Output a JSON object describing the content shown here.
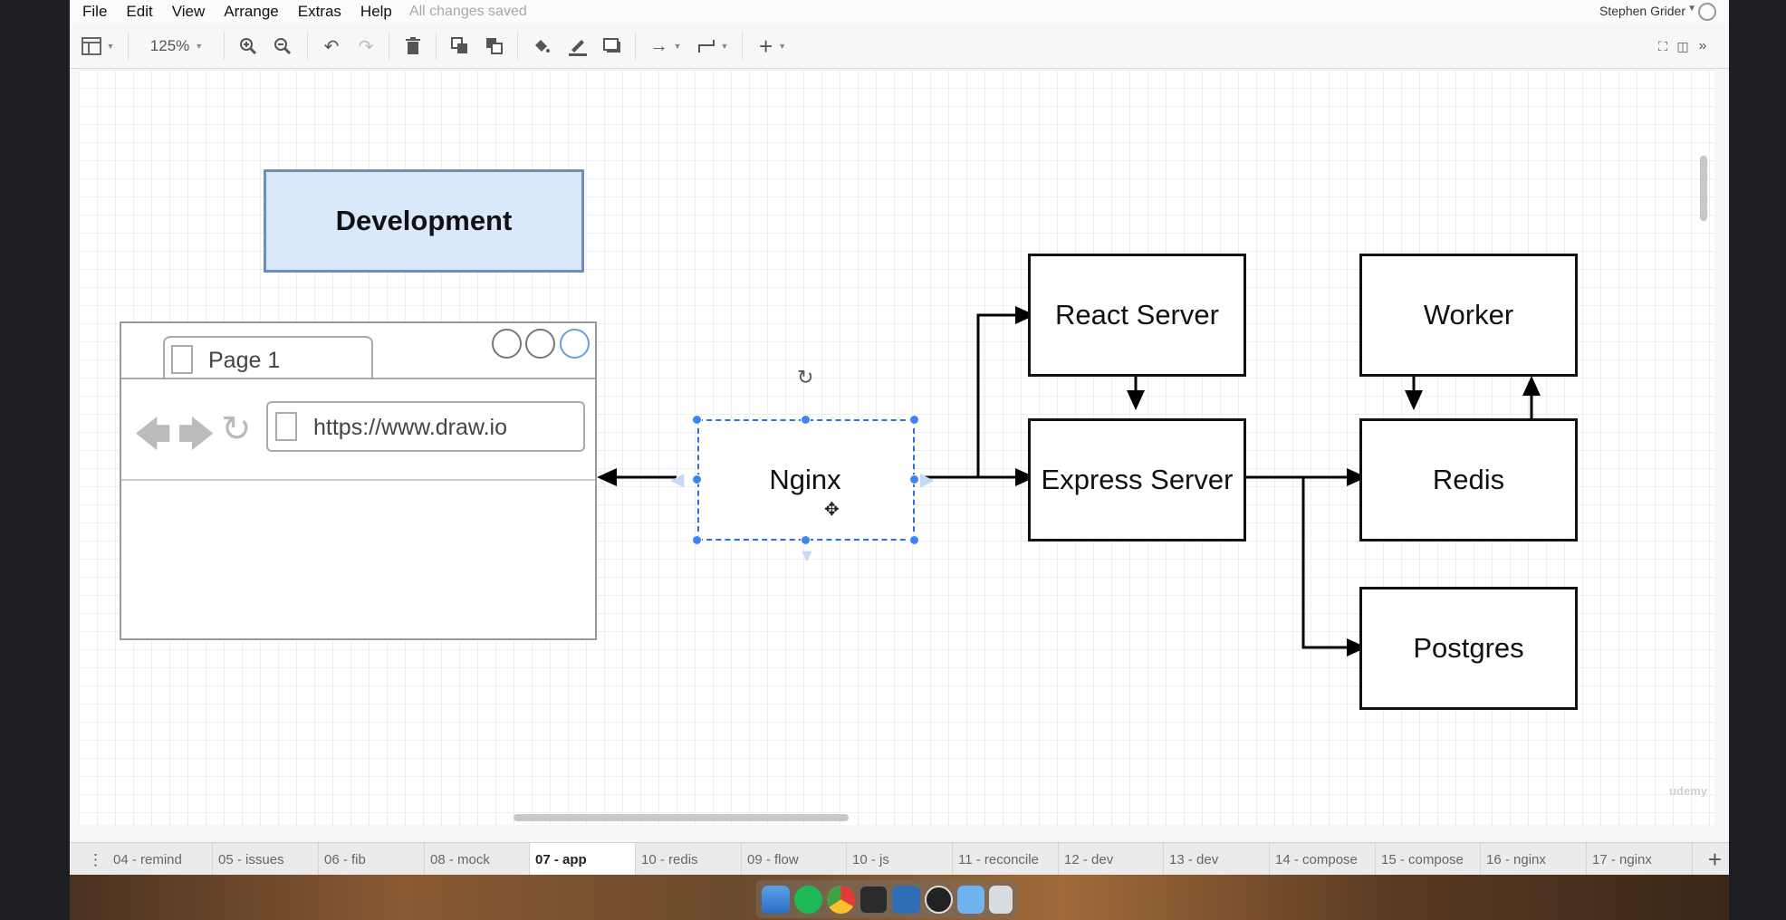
{
  "menubar": {
    "items": [
      "File",
      "Edit",
      "View",
      "Arrange",
      "Extras",
      "Help"
    ],
    "status": "All changes saved",
    "user": "Stephen Grider"
  },
  "toolbar": {
    "zoom": "125%"
  },
  "diagram": {
    "title_box": "Development",
    "browser": {
      "tab_label": "Page 1",
      "url": "https://www.draw.io"
    },
    "nodes": {
      "nginx": "Nginx",
      "react_server": "React Server",
      "express_server": "Express Server",
      "worker": "Worker",
      "redis": "Redis",
      "postgres": "Postgres"
    }
  },
  "pages": {
    "tabs": [
      "04 - remind",
      "05 - issues",
      "06 - fib",
      "08 - mock",
      "07 - app",
      "10 - redis",
      "09 - flow",
      "10 - js",
      "11 - reconcile",
      "12 - dev",
      "13 - dev",
      "14 - compose",
      "15 - compose",
      "16 - nginx",
      "17 - nginx"
    ],
    "active": "07 - app"
  },
  "watermark": "udemy",
  "colors": {
    "title_fill": "#dae8fc",
    "title_stroke": "#6c8ebf",
    "selection": "#3d85f5"
  }
}
